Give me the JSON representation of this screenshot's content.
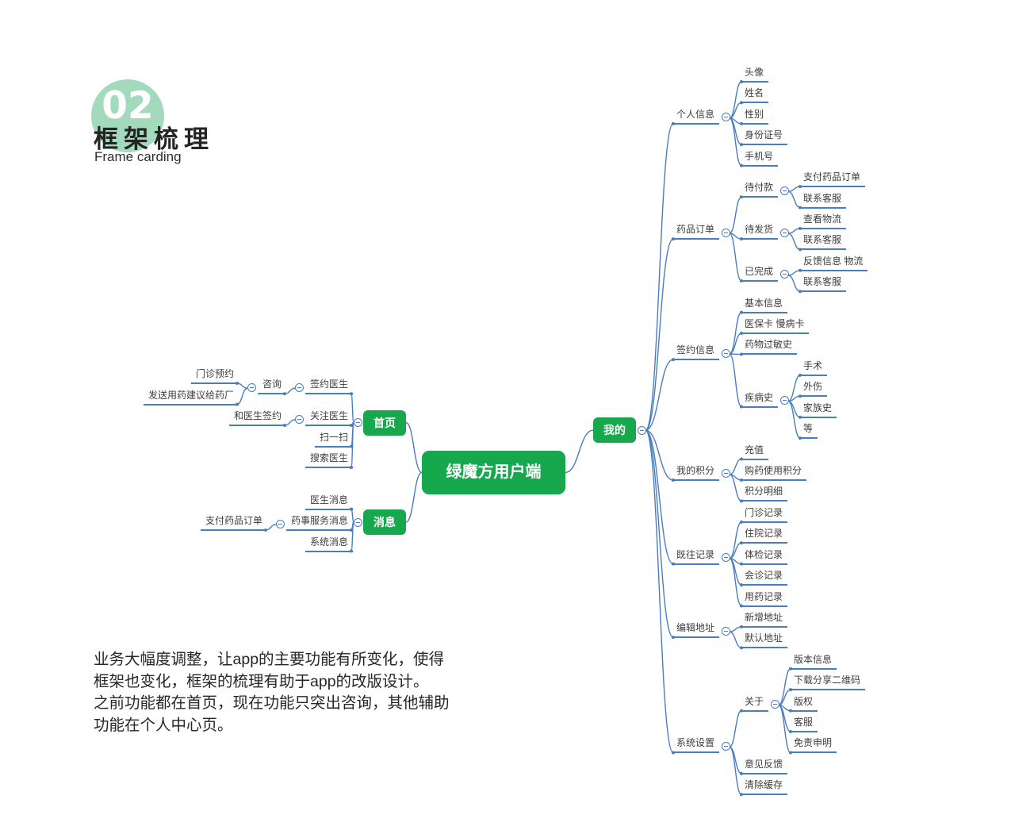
{
  "header": {
    "number": "02",
    "title": "框架梳理",
    "subtitle": "Frame carding"
  },
  "note": {
    "para1": "业务大幅度调整，让app的主要功能有所变化，使得框架也变化，框架的梳理有助于app的改版设计。",
    "para2": "之前功能都在首页，现在功能只突出咨询，其他辅助功能在个人中心页。"
  },
  "colors": {
    "green": "#17a74d",
    "mint": "#a3dabc",
    "blue": "#4a7dbd",
    "text": "#3d3d3d"
  },
  "mindmap": {
    "root": "绿魔方用户端",
    "left": [
      {
        "label": "首页",
        "children": [
          {
            "label": "签约医生",
            "children": [
              {
                "label": "咨询",
                "children": [
                  {
                    "label": "门诊预约"
                  },
                  {
                    "label": "发送用药建议给药厂"
                  }
                ]
              }
            ]
          },
          {
            "label": "关注医生",
            "children": [
              {
                "label": "和医生签约"
              }
            ]
          },
          {
            "label": "扫一扫"
          },
          {
            "label": "搜索医生"
          }
        ]
      },
      {
        "label": "消息",
        "children": [
          {
            "label": "医生消息"
          },
          {
            "label": "药事服务消息",
            "children": [
              {
                "label": "支付药品订单"
              }
            ]
          },
          {
            "label": "系统消息"
          }
        ]
      }
    ],
    "right": [
      {
        "label": "我的",
        "children": [
          {
            "label": "个人信息",
            "children": [
              {
                "label": "头像"
              },
              {
                "label": "姓名"
              },
              {
                "label": "性别"
              },
              {
                "label": "身份证号"
              },
              {
                "label": "手机号"
              }
            ]
          },
          {
            "label": "药品订单",
            "children": [
              {
                "label": "待付款",
                "children": [
                  {
                    "label": "支付药品订单"
                  },
                  {
                    "label": "联系客服"
                  }
                ]
              },
              {
                "label": "待发货",
                "children": [
                  {
                    "label": "查看物流"
                  },
                  {
                    "label": "联系客服"
                  }
                ]
              },
              {
                "label": "已完成",
                "children": [
                  {
                    "label": "反馈信息 物流"
                  },
                  {
                    "label": "联系客服"
                  }
                ]
              }
            ]
          },
          {
            "label": "签约信息",
            "children": [
              {
                "label": "基本信息"
              },
              {
                "label": "医保卡 慢病卡"
              },
              {
                "label": "药物过敏史"
              },
              {
                "label": "疾病史",
                "children": [
                  {
                    "label": "手术"
                  },
                  {
                    "label": "外伤"
                  },
                  {
                    "label": "家族史"
                  },
                  {
                    "label": "等"
                  }
                ]
              }
            ]
          },
          {
            "label": "我的积分",
            "children": [
              {
                "label": "充值"
              },
              {
                "label": "购药使用积分"
              },
              {
                "label": "积分明细"
              }
            ]
          },
          {
            "label": "既往记录",
            "children": [
              {
                "label": "门诊记录"
              },
              {
                "label": "住院记录"
              },
              {
                "label": "体检记录"
              },
              {
                "label": "会诊记录"
              },
              {
                "label": "用药记录"
              }
            ]
          },
          {
            "label": "编辑地址",
            "children": [
              {
                "label": "新增地址"
              },
              {
                "label": "默认地址"
              }
            ]
          },
          {
            "label": "系统设置",
            "children": [
              {
                "label": "关于",
                "children": [
                  {
                    "label": "版本信息"
                  },
                  {
                    "label": "下载分享二维码"
                  },
                  {
                    "label": "版权"
                  },
                  {
                    "label": "客服"
                  },
                  {
                    "label": "免责申明"
                  }
                ]
              },
              {
                "label": "意见反馈"
              },
              {
                "label": "清除缓存"
              }
            ]
          }
        ]
      }
    ]
  }
}
